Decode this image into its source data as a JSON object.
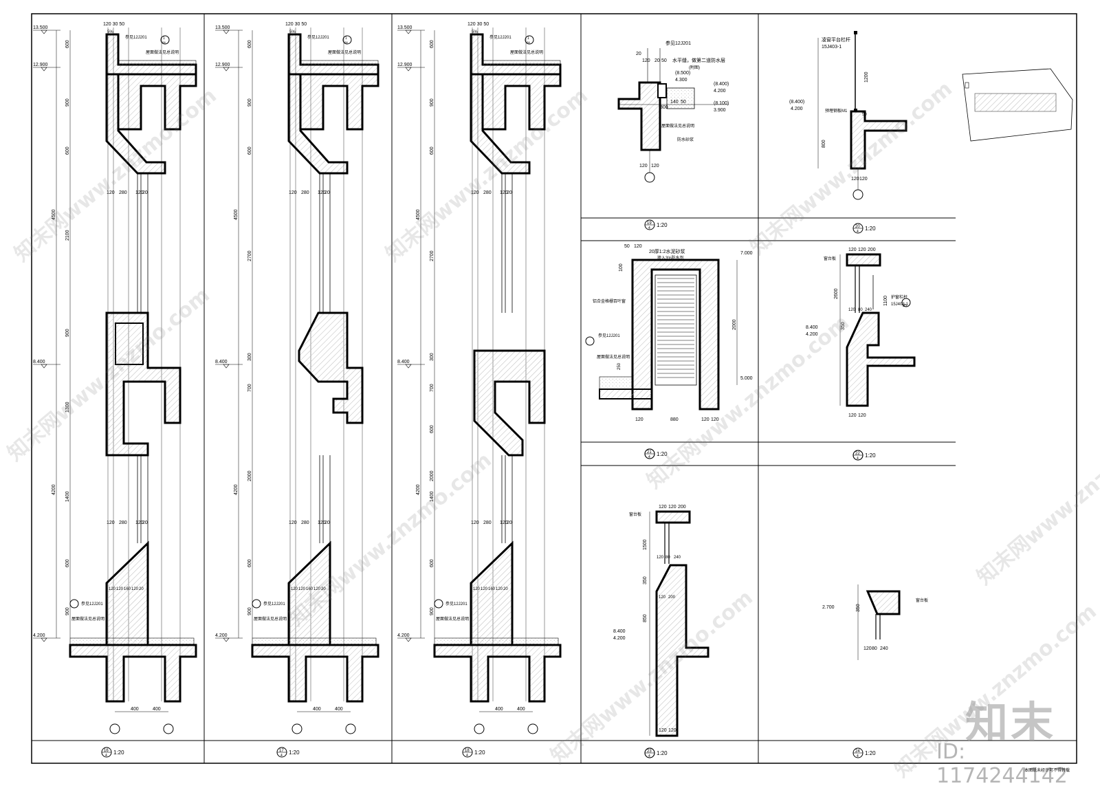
{
  "levels": [
    "13.500",
    "12.900",
    "8.400",
    "4.200"
  ],
  "dims_vertical_a": [
    "600",
    "900",
    "600",
    "2100",
    "4500",
    "900",
    "1300",
    "1400",
    "4200",
    "600",
    "900"
  ],
  "dims_vertical_b": [
    "600",
    "900",
    "600",
    "2700",
    "4500",
    "300",
    "700",
    "2000",
    "4200",
    "600",
    "900"
  ],
  "dims_vertical_c": [
    "600",
    "900",
    "600",
    "2700",
    "4500",
    "300",
    "700",
    "600",
    "2000",
    "1400",
    "4200",
    "600",
    "900"
  ],
  "dims_horiz": [
    "120",
    "280",
    "120",
    "20",
    "400"
  ],
  "slab_dims": [
    "120",
    "120",
    "160",
    "120",
    "20"
  ],
  "top_dims": "120 30 50",
  "slope": "5%",
  "ref_note": "参见12J201",
  "ref_circle": "1",
  "ref_sheet": "B6",
  "roof_note": "屋面做法见总说明",
  "axis_dims": [
    "400",
    "400"
  ],
  "panel19": {
    "dims_top": [
      "20",
      "120",
      "20",
      "50"
    ],
    "levels": [
      "(8.500)",
      "4.300",
      "(8.400)",
      "4.200",
      "(8.100)",
      "3.900"
    ],
    "dims": [
      "300",
      "140",
      "50",
      "120",
      "120"
    ],
    "notes": [
      "参见12J201",
      "水平缝，做第二道防水层",
      "(附图)",
      "屋面做法见总说明",
      "防水砂浆"
    ]
  },
  "panel20": {
    "dims": [
      "1200",
      "50",
      "800",
      "120",
      "120"
    ],
    "levels": [
      "(8.400)",
      "4.200"
    ],
    "notes": [
      "凌窗平台栏杆",
      "15J403-1",
      "预埋钢板M1"
    ]
  },
  "panel21": {
    "dims": [
      "50",
      "120",
      "100",
      "2000",
      "120",
      "880",
      "120",
      "120",
      "250"
    ],
    "levels": [
      "7.000",
      "5.000"
    ],
    "notes": [
      "20厚1:2水泥砂浆",
      "掺入3%防水剂",
      "铝合金格栅百叶窗",
      "参见12J201",
      "屋面做法见总说明"
    ]
  },
  "panel22": {
    "dims": [
      "120",
      "120",
      "200",
      "2600",
      "1100",
      "120",
      "80",
      "240",
      "350",
      "120",
      "120"
    ],
    "levels": [
      "8.400",
      "4.200"
    ],
    "notes": [
      "窗台板",
      "护窗栏杆",
      "15J403-1",
      "B5"
    ]
  },
  "panel23": {
    "dims": [
      "120",
      "120",
      "200",
      "1500",
      "120",
      "80",
      "240",
      "350",
      "120",
      "200",
      "850",
      "120",
      "120"
    ],
    "levels": [
      "8.400",
      "4.200"
    ],
    "notes": [
      "窗台板"
    ]
  },
  "panel24": {
    "dims": [
      "350",
      "120",
      "80",
      "240"
    ],
    "levels": [
      "2.700"
    ],
    "notes": [
      "窗台板"
    ]
  },
  "titles": [
    {
      "num": "16",
      "sheet": "4",
      "scale": "1:20"
    },
    {
      "num": "17",
      "sheet": "4",
      "scale": "1:20"
    },
    {
      "num": "18",
      "sheet": "4",
      "scale": "1:20"
    },
    {
      "num": "19",
      "sheet": "4",
      "scale": "1:20"
    },
    {
      "num": "20",
      "sheet": "4",
      "scale": "1:20"
    },
    {
      "num": "21",
      "sheet": "4",
      "scale": "1:20"
    },
    {
      "num": "22",
      "sheet": "4",
      "scale": "1:20"
    },
    {
      "num": "23",
      "sheet": "4",
      "scale": "1:20"
    },
    {
      "num": "24",
      "sheet": "4",
      "scale": "1:20"
    }
  ],
  "watermark": "知末网www.znzmo.com",
  "logo_text": "知末",
  "drawing_id": "ID: 1174244142",
  "footer_note": "本图纸未经许可不得转载"
}
